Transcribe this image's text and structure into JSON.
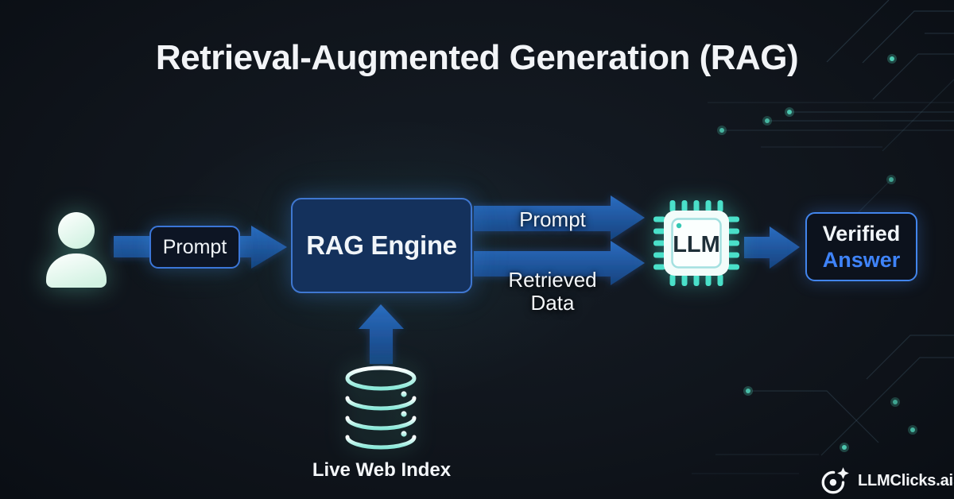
{
  "title": "Retrieval-Augmented Generation (RAG)",
  "nodes": {
    "user": {
      "icon": "user-icon"
    },
    "prompt_box": {
      "label": "Prompt"
    },
    "rag_engine": {
      "label": "RAG Engine"
    },
    "llm_chip": {
      "label": "LLM",
      "icon": "chip-icon"
    },
    "verified_answer": {
      "line1": "Verified",
      "line2": "Answer"
    },
    "live_web_index": {
      "label": "Live Web Index",
      "icon": "database-icon"
    }
  },
  "flow_labels": {
    "prompt": "Prompt",
    "retrieved_data": "Retrieved Data"
  },
  "logo": {
    "text": "LLMClicks.ai",
    "icon": "llmclicks-logo-icon"
  },
  "colors": {
    "background": "#10151c",
    "arrow_blue": "#1d55a3",
    "box_border_blue": "#3b76d8",
    "rag_box_fill": "#14315c",
    "dark_box_fill": "#0c121d",
    "answer_blue": "#3f83f8",
    "glow_teal": "#5eead4",
    "title_text": "#f2f4f7"
  }
}
